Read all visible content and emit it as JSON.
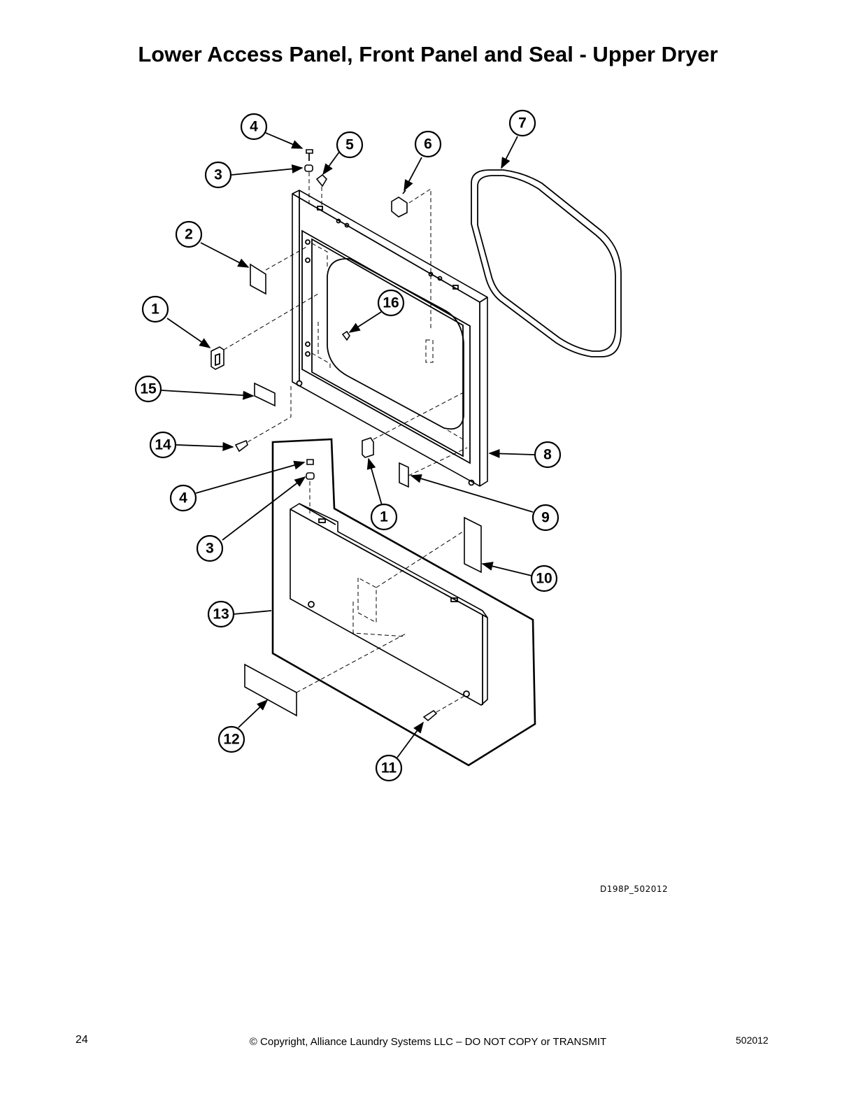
{
  "page": {
    "title": "Lower Access Panel, Front Panel and Seal - Upper Dryer",
    "drawing_code": "D198P_502012",
    "page_number": "24",
    "copyright": "© Copyright, Alliance Laundry Systems LLC – DO NOT COPY or TRANSMIT",
    "doc_number": "502012"
  },
  "callouts": [
    {
      "id": "c4a",
      "label": "4"
    },
    {
      "id": "c3a",
      "label": "3"
    },
    {
      "id": "c5",
      "label": "5"
    },
    {
      "id": "c6",
      "label": "6"
    },
    {
      "id": "c7",
      "label": "7"
    },
    {
      "id": "c2",
      "label": "2"
    },
    {
      "id": "c1a",
      "label": "1"
    },
    {
      "id": "c16",
      "label": "16"
    },
    {
      "id": "c15",
      "label": "15"
    },
    {
      "id": "c14",
      "label": "14"
    },
    {
      "id": "c8",
      "label": "8"
    },
    {
      "id": "c4b",
      "label": "4"
    },
    {
      "id": "c9",
      "label": "9"
    },
    {
      "id": "c1b",
      "label": "1"
    },
    {
      "id": "c3b",
      "label": "3"
    },
    {
      "id": "c10",
      "label": "10"
    },
    {
      "id": "c13",
      "label": "13"
    },
    {
      "id": "c12",
      "label": "12"
    },
    {
      "id": "c11",
      "label": "11"
    }
  ]
}
